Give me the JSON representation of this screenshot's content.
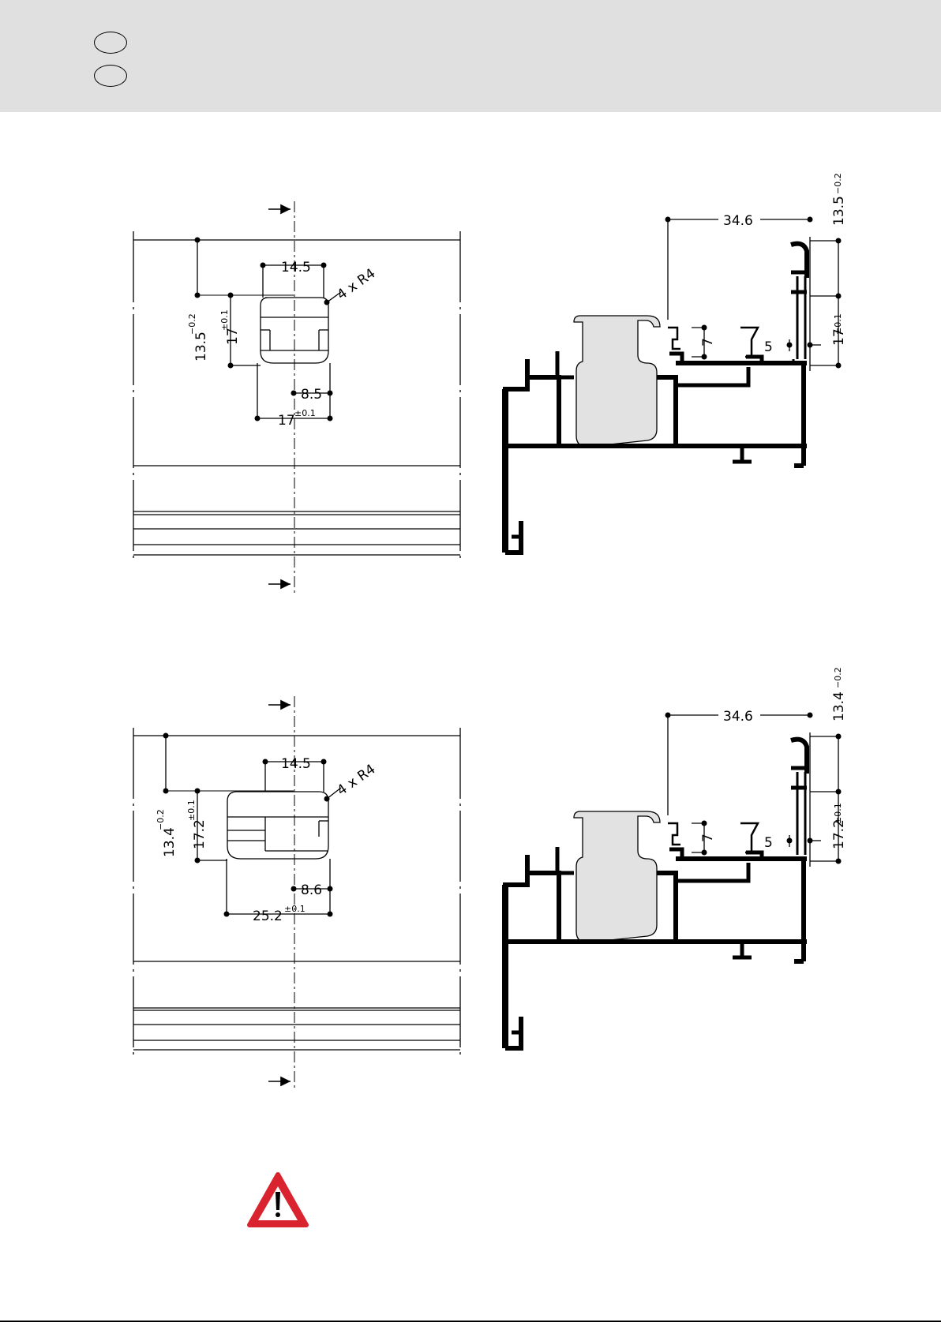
{
  "header": {
    "language_markers": [
      "",
      ""
    ]
  },
  "drawing1": {
    "slot_width": "14.5",
    "corner_radius": "4 x R4",
    "depth_main": "13.5",
    "depth_main_tol": "−0.2",
    "slot_height": "17",
    "slot_height_tol": "±0.1",
    "offset": "8.5",
    "overall_width": "17",
    "overall_width_tol": "±0.1"
  },
  "profile1": {
    "distance": "34.6",
    "top_dim": "13.5",
    "top_dim_tol": "−0.2",
    "right_dim": "17",
    "right_dim_tol": "±0.1",
    "gap_small": "7",
    "gap_tiny": "5"
  },
  "drawing2": {
    "slot_width": "14.5",
    "corner_radius": "4 x R4",
    "depth_main": "13.4",
    "depth_main_tol": "−0.2",
    "slot_height": "17.2",
    "slot_height_tol": "±0.1",
    "offset": "8.6",
    "overall_width": "25.2",
    "overall_width_tol": "±0.1"
  },
  "profile2": {
    "distance": "34.6",
    "top_dim": "13.4",
    "top_dim_tol": "−0.2",
    "right_dim": "17.2",
    "right_dim_tol": "±0.1",
    "gap_small": "7",
    "gap_tiny": "5"
  },
  "warning": {
    "icon": "warning-triangle-icon",
    "color": "#d9232e"
  }
}
